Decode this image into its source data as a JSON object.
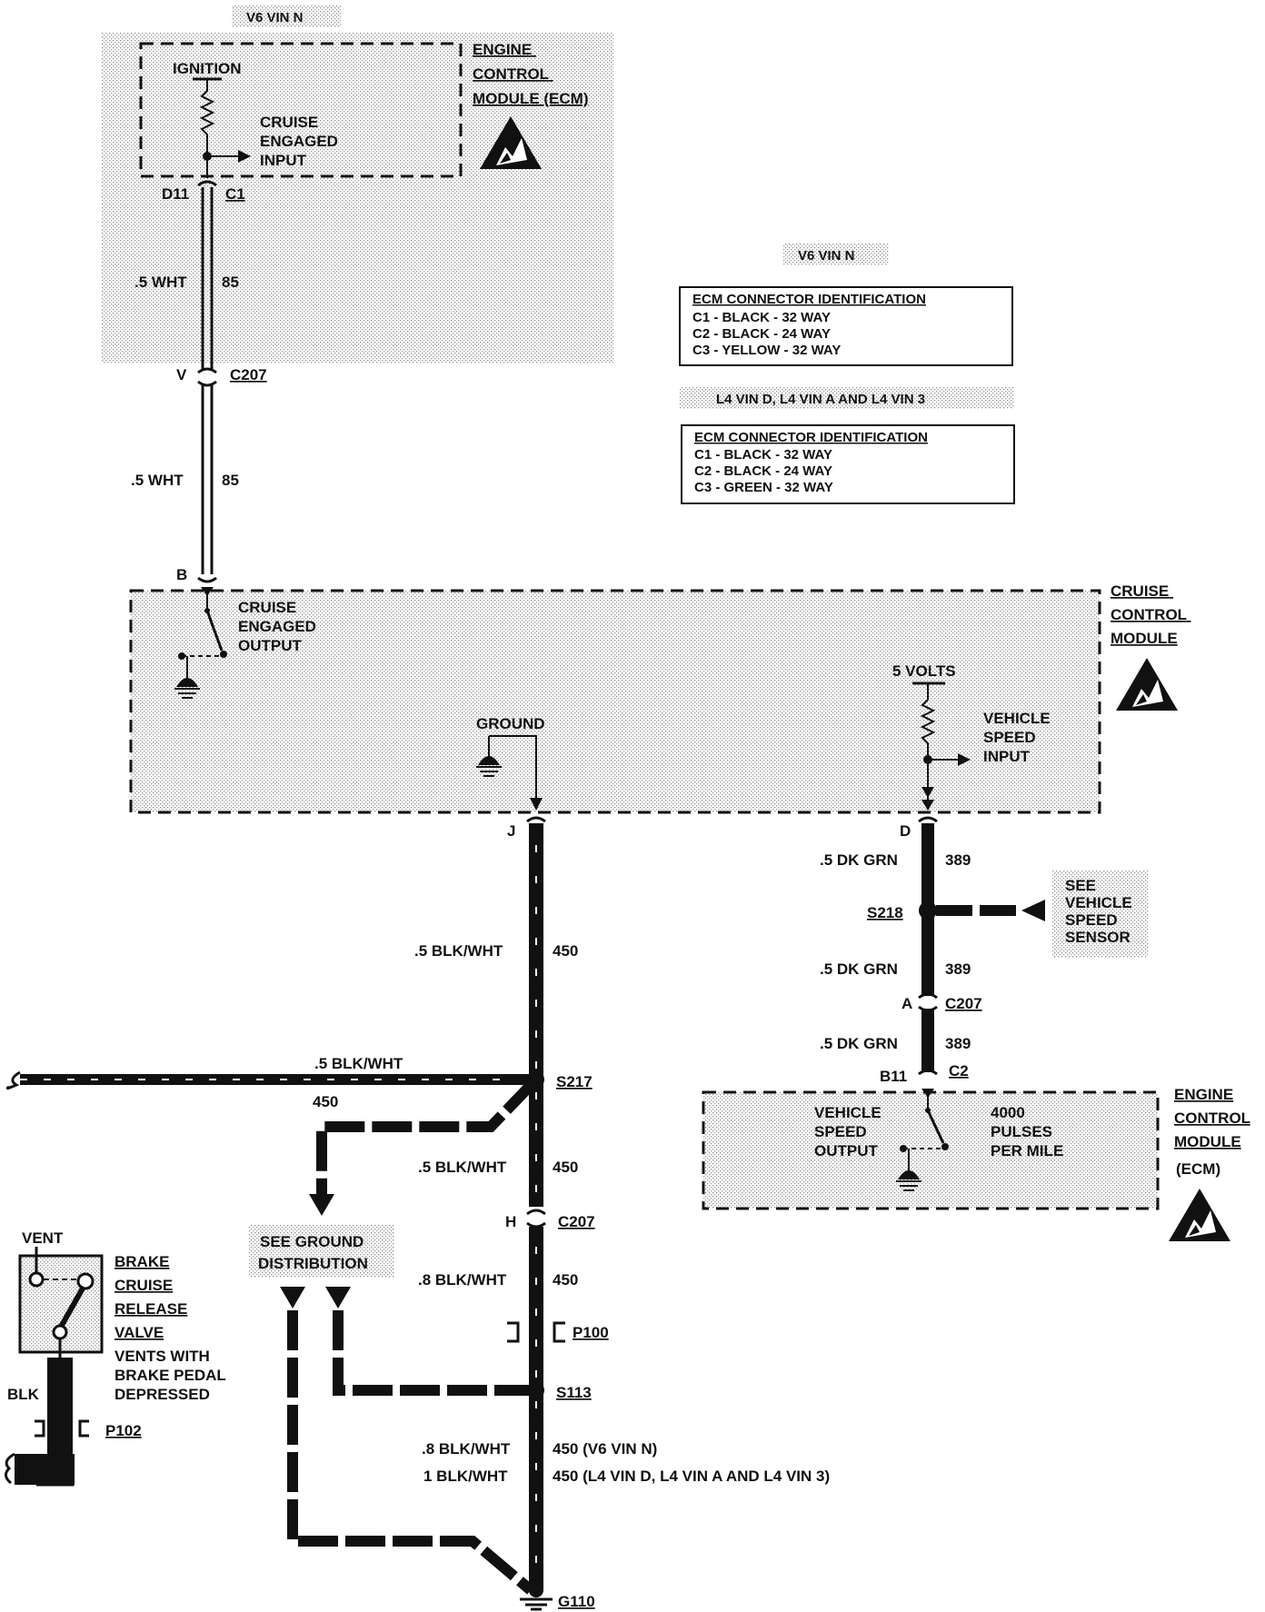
{
  "notes": {
    "v6_top": "V6 VIN N",
    "v6_mid": "V6 VIN N",
    "l4": "L4 VIN D, L4 VIN A AND L4 VIN 3"
  },
  "ecm_top": {
    "title_lines": [
      "ENGINE",
      "CONTROL",
      "MODULE (ECM)"
    ],
    "ignition": "IGNITION",
    "input_lines": [
      "CRUISE",
      "ENGAGED",
      "INPUT"
    ],
    "pin": "D11",
    "connector": "C1"
  },
  "wire_85": {
    "gauge_color": ".5 WHT",
    "circuit": "85"
  },
  "c207_upper": {
    "pin": "V",
    "connector": "C207"
  },
  "ecm_table_v6": {
    "title": "ECM CONNECTOR IDENTIFICATION",
    "rows": [
      "C1 - BLACK - 32 WAY",
      "C2 - BLACK - 24 WAY",
      "C3 - YELLOW - 32 WAY"
    ]
  },
  "ecm_table_l4": {
    "title": "ECM CONNECTOR IDENTIFICATION",
    "rows": [
      "C1 - BLACK - 32 WAY",
      "C2 - BLACK - 24 WAY",
      "C3 - GREEN - 32 WAY"
    ]
  },
  "cruise_module": {
    "title_lines": [
      "CRUISE",
      "CONTROL",
      "MODULE"
    ],
    "pin_b": "B",
    "output_lines": [
      "CRUISE",
      "ENGAGED",
      "OUTPUT"
    ],
    "ground": "GROUND",
    "five_volts": "5 VOLTS",
    "vs_input_lines": [
      "VEHICLE",
      "SPEED",
      "INPUT"
    ],
    "pin_j": "J",
    "pin_d": "D"
  },
  "wire_450": {
    "gauge_color": ".5 BLK/WHT",
    "circuit": "450"
  },
  "wire_450_08": {
    "gauge_color": ".8 BLK/WHT",
    "circuit": "450"
  },
  "wire_389": {
    "gauge_color": ".5 DK GRN",
    "circuit": "389"
  },
  "splices": {
    "s217": "S217",
    "s218": "S218",
    "s113": "S113"
  },
  "see_vss_lines": [
    "SEE",
    "VEHICLE",
    "SPEED",
    "SENSOR"
  ],
  "c207_a": {
    "pin": "A",
    "connector": "C207"
  },
  "c207_h": {
    "pin": "H",
    "connector": "C207"
  },
  "ecm_bottom": {
    "pin": "B11",
    "connector": "C2",
    "output_lines": [
      "VEHICLE",
      "SPEED",
      "OUTPUT"
    ],
    "pulses_lines": [
      "4000",
      "PULSES",
      "PER MILE"
    ],
    "title_lines": [
      "ENGINE",
      "CONTROL",
      "MODULE",
      "(ECM)"
    ]
  },
  "left_wire": {
    "gauge_color": ".5 BLK/WHT",
    "circuit": "450"
  },
  "see_ground_lines": [
    "SEE GROUND",
    "DISTRIBUTION"
  ],
  "p100": "P100",
  "p102": "P102",
  "brake_valve": {
    "vent": "VENT",
    "title_lines": [
      "BRAKE",
      "CRUISE",
      "RELEASE",
      "VALVE"
    ],
    "desc_lines": [
      "VENTS WITH",
      "BRAKE PEDAL",
      "DEPRESSED"
    ],
    "wire": "BLK"
  },
  "final_wire": {
    "line1_gauge": ".8 BLK/WHT",
    "line1_circuit": "450 (V6 VIN N)",
    "line2_gauge": "1 BLK/WHT",
    "line2_circuit": "450 (L4 VIN D, L4 VIN A AND L4 VIN 3)"
  },
  "ground_g110": "G110"
}
